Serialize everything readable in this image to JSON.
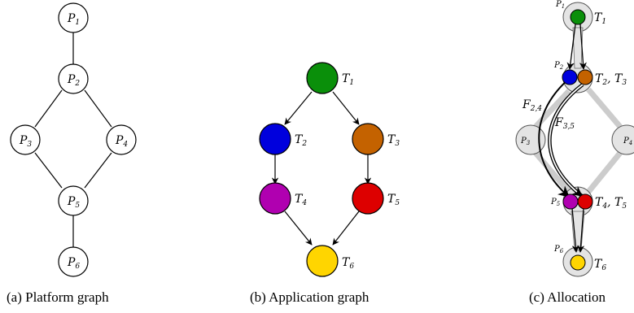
{
  "colors": {
    "T1": "#0a8f0a",
    "T2": "#0000dd",
    "T3": "#c46200",
    "T4": "#b000b0",
    "T5": "#dd0000",
    "T6": "#ffd500",
    "gray_fill": "#e4e4e4",
    "gray_link": "#cccccc"
  },
  "platform": {
    "caption": "(a)  Platform graph",
    "nodes": [
      {
        "id": "P1",
        "base": "P",
        "sub": "1"
      },
      {
        "id": "P2",
        "base": "P",
        "sub": "2"
      },
      {
        "id": "P3",
        "base": "P",
        "sub": "3"
      },
      {
        "id": "P4",
        "base": "P",
        "sub": "4"
      },
      {
        "id": "P5",
        "base": "P",
        "sub": "5"
      },
      {
        "id": "P6",
        "base": "P",
        "sub": "6"
      }
    ],
    "edges": [
      [
        "P1",
        "P2"
      ],
      [
        "P2",
        "P3"
      ],
      [
        "P2",
        "P4"
      ],
      [
        "P3",
        "P5"
      ],
      [
        "P4",
        "P5"
      ],
      [
        "P5",
        "P6"
      ]
    ]
  },
  "application": {
    "caption": "(b)  Application graph",
    "nodes": [
      {
        "id": "T1",
        "base": "T",
        "sub": "1"
      },
      {
        "id": "T2",
        "base": "T",
        "sub": "2"
      },
      {
        "id": "T3",
        "base": "T",
        "sub": "3"
      },
      {
        "id": "T4",
        "base": "T",
        "sub": "4"
      },
      {
        "id": "T5",
        "base": "T",
        "sub": "5"
      },
      {
        "id": "T6",
        "base": "T",
        "sub": "6"
      }
    ],
    "edges": [
      [
        "T1",
        "T2"
      ],
      [
        "T1",
        "T3"
      ],
      [
        "T2",
        "T4"
      ],
      [
        "T3",
        "T5"
      ],
      [
        "T4",
        "T6"
      ],
      [
        "T5",
        "T6"
      ]
    ]
  },
  "allocation": {
    "caption": "(c)  Allocation",
    "processor_labels": [
      {
        "id": "P1",
        "base": "P",
        "sub": "1"
      },
      {
        "id": "P2",
        "base": "P",
        "sub": "2"
      },
      {
        "id": "P3",
        "base": "P",
        "sub": "3"
      },
      {
        "id": "P4",
        "base": "P",
        "sub": "4"
      },
      {
        "id": "P5",
        "base": "P",
        "sub": "5"
      },
      {
        "id": "P6",
        "base": "P",
        "sub": "6"
      }
    ],
    "task_labels": [
      {
        "id": "L1",
        "parts": [
          {
            "base": "T",
            "sub": "1"
          }
        ]
      },
      {
        "id": "L23",
        "parts": [
          {
            "base": "T",
            "sub": "2"
          },
          {
            "base": "T",
            "sub": "3"
          }
        ]
      },
      {
        "id": "L45",
        "parts": [
          {
            "base": "T",
            "sub": "4"
          },
          {
            "base": "T",
            "sub": "5"
          }
        ]
      },
      {
        "id": "L6",
        "parts": [
          {
            "base": "T",
            "sub": "6"
          }
        ]
      }
    ],
    "flow_labels": [
      {
        "id": "F24",
        "base": "F",
        "sub": "2,4"
      },
      {
        "id": "F35",
        "base": "F",
        "sub": "3,5"
      }
    ]
  }
}
